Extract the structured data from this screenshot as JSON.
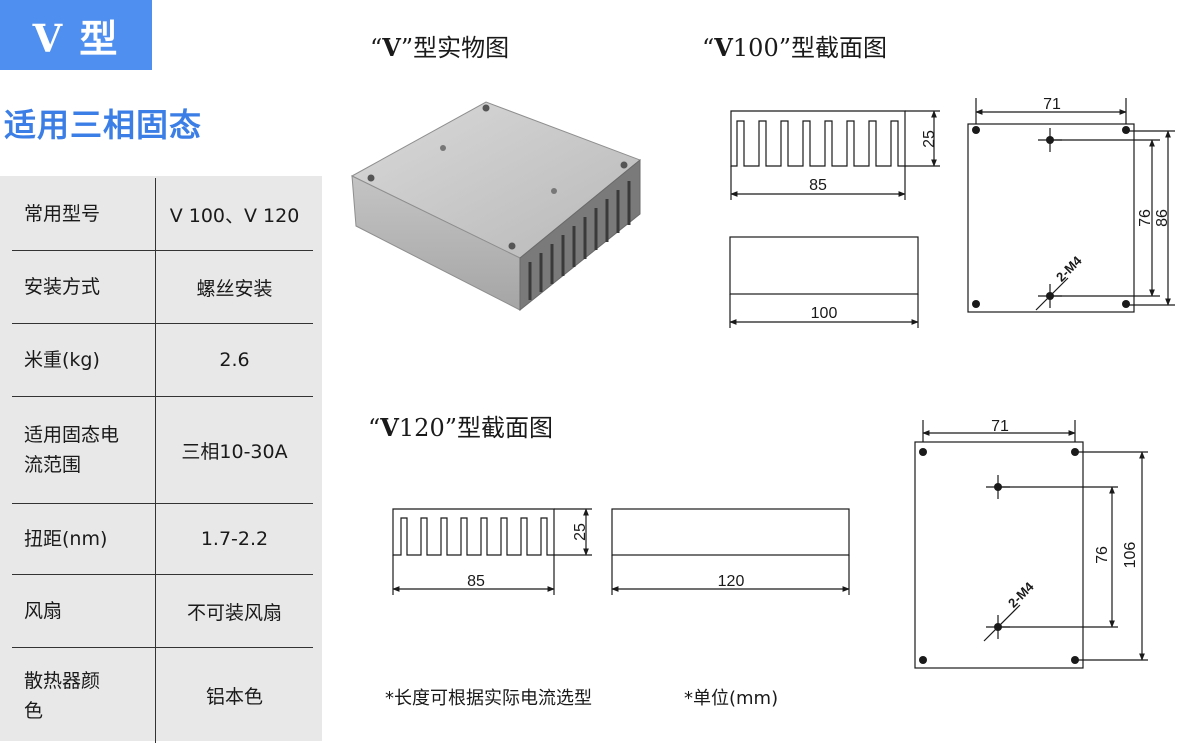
{
  "header": {
    "badge": "V 型",
    "subtitle": "适用三相固态"
  },
  "specs": [
    {
      "key": "常用型号",
      "value": "V 100、V 120"
    },
    {
      "key": "安装方式",
      "value": "螺丝安装"
    },
    {
      "key": "米重(kg)",
      "value": "2.6"
    },
    {
      "key": "适用固态电流范围",
      "value": "三相10-30A"
    },
    {
      "key": "扭距(nm)",
      "value": "1.7-2.2"
    },
    {
      "key": "风扇",
      "value": "不可装风扇"
    },
    {
      "key": "散热器颜色",
      "value": "铝本色"
    }
  ],
  "captions": {
    "photo_prefix": "“",
    "photo_model": "V",
    "photo_suffix": "”型实物图",
    "v100_prefix": "“",
    "v100_model": "V",
    "v100_suffix": "100”型截面图",
    "v120_prefix": "“",
    "v120_model": "V",
    "v120_suffix": "120”型截面图"
  },
  "dimensions": {
    "v100": {
      "height": "25",
      "width": "85",
      "length": "100",
      "hole_spacing_x": "71",
      "hole_spacing_y": "76",
      "plate_height": "86",
      "hole_label": "2-M4"
    },
    "v120": {
      "height": "25",
      "width": "85",
      "length": "120",
      "hole_spacing_x": "71",
      "hole_spacing_y": "76",
      "plate_height": "106",
      "hole_label": "2-M4"
    }
  },
  "notes": {
    "select": "*长度可根据实际电流选型",
    "unit": "*单位(mm)"
  }
}
